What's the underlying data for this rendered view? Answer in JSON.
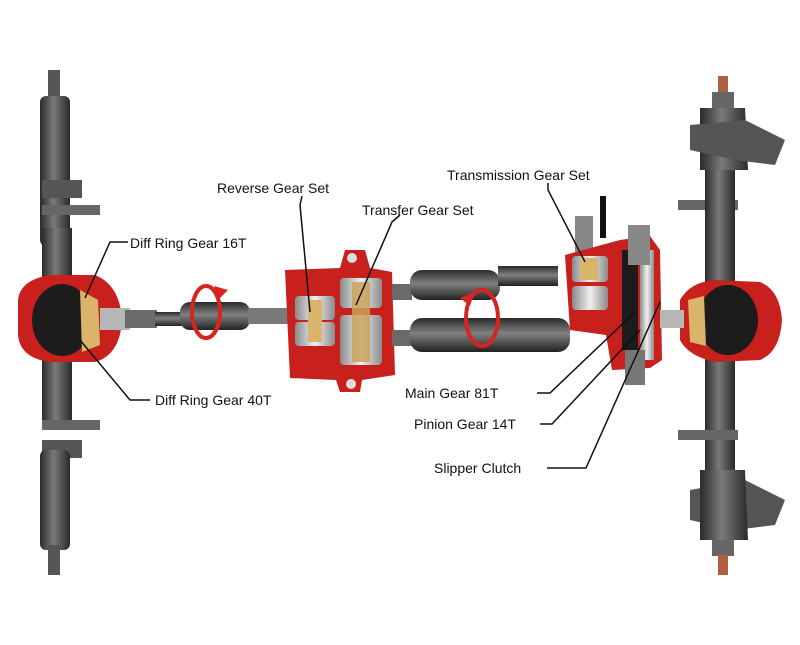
{
  "labels": {
    "reverse_gear_set": "Reverse Gear Set",
    "transfer_gear_set": "Transfer Gear Set",
    "transmission_gear_set": "Transmission Gear Set",
    "diff_ring_gear_16t": "Diff Ring Gear 16T",
    "diff_ring_gear_40t": "Diff Ring Gear 40T",
    "main_gear_81t": "Main Gear 81T",
    "pinion_gear_14t": "Pinion Gear 14T",
    "slipper_clutch": "Slipper Clutch"
  },
  "colors": {
    "housing_red": "#c8201c",
    "axle_dark": "#3a3a3a",
    "axle_mid": "#6a6a6a",
    "gear_gold": "#d9b46a",
    "rotation_arrow": "#d82420",
    "leader_line": "#111111"
  }
}
